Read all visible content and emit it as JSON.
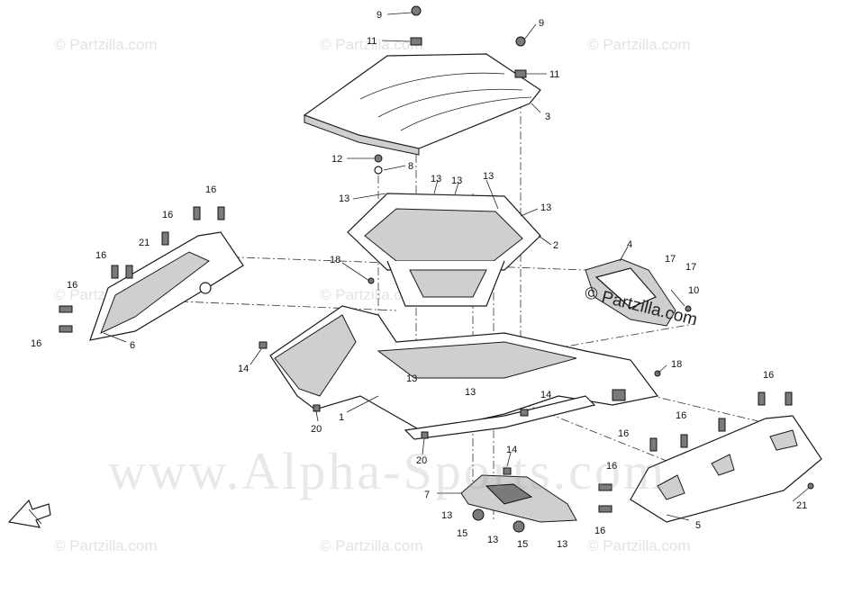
{
  "watermarks": {
    "site_small": "© Partzilla.com",
    "site_dark": "© Partzilla.com",
    "dealer": "www.Alpha-Sports.com"
  },
  "callouts": {
    "c9a": "9",
    "c11a": "11",
    "c9b": "9",
    "c11b": "11",
    "c3": "3",
    "c12": "12",
    "c8": "8",
    "c13a": "13",
    "c13b": "13",
    "c13c": "13",
    "c13d": "13",
    "c13e": "13",
    "c2": "2",
    "c4": "4",
    "c17a": "17",
    "c17b": "17",
    "c10": "10",
    "c16a": "16",
    "c16b": "16",
    "c16c": "16",
    "c16d": "16",
    "c16e": "16",
    "c21a": "21",
    "c6": "6",
    "c18a": "18",
    "c14a": "14",
    "c13f": "13",
    "c13g": "13",
    "c14b": "14",
    "c1": "1",
    "c20a": "20",
    "c18b": "18",
    "c16f": "16",
    "c16g": "16",
    "c16h": "16",
    "c16i": "16",
    "c16j": "16",
    "c20b": "20",
    "c14c": "14",
    "c7": "7",
    "c13h": "13",
    "c15a": "15",
    "c13i": "13",
    "c15b": "15",
    "c13j": "13",
    "c5": "5",
    "c21b": "21"
  },
  "icons": {
    "front_arrow": "front-direction-arrow-icon"
  }
}
